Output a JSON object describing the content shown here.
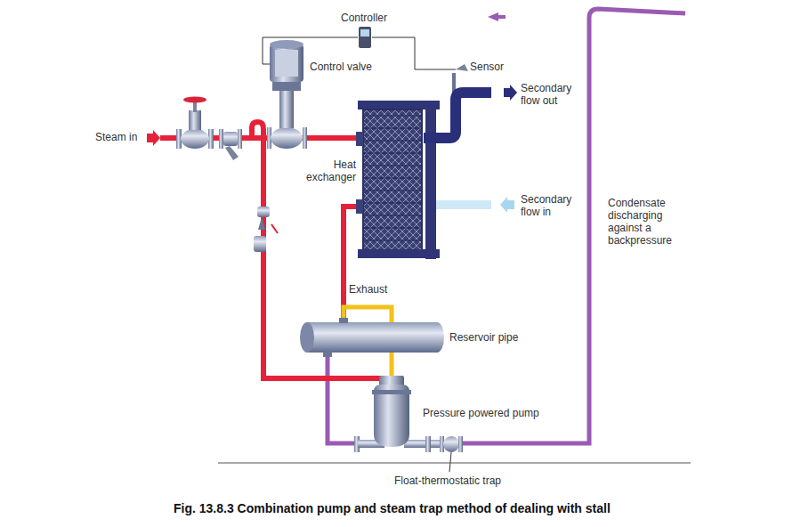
{
  "diagram": {
    "caption": "Fig. 13.8.3 Combination pump and steam trap method of dealing with stall",
    "labels": [
      "Controller",
      "Control valve",
      "Sensor",
      "Secondary flow out",
      "Steam in",
      "Heat exchanger",
      "Secondary flow in",
      "Condensate discharging against a backpressure",
      "Exhaust",
      "Reservoir pipe",
      "Pressure powered pump",
      "Float-thermostatic trap"
    ]
  }
}
